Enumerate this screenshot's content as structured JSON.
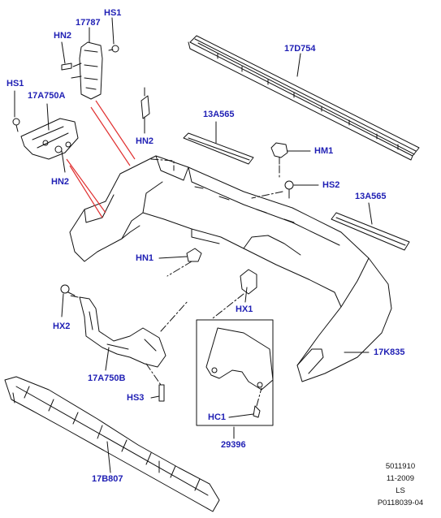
{
  "callouts": {
    "hs1_top": "HS1",
    "p17787": "17787",
    "hn2_top": "HN2",
    "hs1_left": "HS1",
    "p17a750a": "17A750A",
    "hn2_left": "HN2",
    "hn2_mid": "HN2",
    "p17d754": "17D754",
    "p13a565_top": "13A565",
    "hm1": "HM1",
    "hs2": "HS2",
    "p13a565_right": "13A565",
    "hn1": "HN1",
    "hx1": "HX1",
    "hx2": "HX2",
    "p17k835": "17K835",
    "p17a750b": "17A750B",
    "hs3": "HS3",
    "hc1": "HC1",
    "p29396": "29396",
    "p17b807": "17B807"
  },
  "reference": {
    "number": "5011910",
    "date": "11-2009",
    "initials": "LS",
    "code": "P0118039-04"
  },
  "colors": {
    "callout": "#1f1fb4",
    "leader_red": "#e03030",
    "line": "#111111"
  }
}
